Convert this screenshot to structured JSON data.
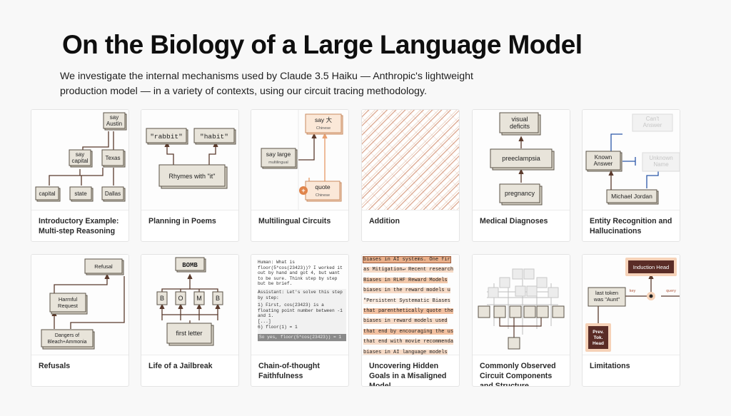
{
  "page": {
    "title": "On the Biology of a Large Language Model",
    "subtitle": "We investigate the internal mechanisms used by Claude 3.5 Haiku — Anthropic's lightweight production model — in a variety of contexts, using our circuit tracing methodology."
  },
  "colors": {
    "node_fill": "#e8e4da",
    "node_border": "#5a5246",
    "arrow": "#5a3a2c",
    "accent": "#e8a070",
    "dark_node": "#5a2c26"
  },
  "cards": [
    {
      "label": "Introductory Example: Multi-step Reasoning",
      "nodes": {
        "say_austin": "say Austin",
        "say_capital": "say capital",
        "texas": "Texas",
        "capital": "capital",
        "state": "state",
        "dallas": "Dallas"
      }
    },
    {
      "label": "Planning in Poems",
      "nodes": {
        "rabbit": "\"rabbit\"",
        "habit": "\"habit\"",
        "rhymes": "Rhymes with \"it\""
      }
    },
    {
      "label": "Multilingual Circuits",
      "nodes": {
        "say_da": "say 大",
        "say_da_sub": "Chinese",
        "say_large": "say large",
        "say_large_sub": "multilingual",
        "quote": "quote",
        "quote_sub": "Chinese",
        "plus": "+"
      }
    },
    {
      "label": "Addition"
    },
    {
      "label": "Medical Diagnoses",
      "nodes": {
        "visual": "visual deficits",
        "preeclampsia": "preeclampsia",
        "pregnancy": "pregnancy"
      }
    },
    {
      "label": "Entity Recognition and Hallucinations",
      "nodes": {
        "cant_answer": "Can't Answer",
        "known_answer": "Known Answer",
        "unknown_name": "Unknown Name",
        "michael_jordan": "Michael Jordan"
      }
    },
    {
      "label": "Refusals",
      "nodes": {
        "refusal": "Refusal",
        "harmful": "Harmful Request",
        "dangers": "Dangers of Bleach+Ammonia"
      }
    },
    {
      "label": "Life of a Jailbreak",
      "nodes": {
        "bomb": "BOMB",
        "letters": [
          "B",
          "O",
          "M",
          "B"
        ],
        "first_letter": "first letter"
      }
    },
    {
      "label": "Chain-of-thought Faithfulness",
      "text": {
        "human": "Human: What is floor(5*cos(23423))? I worked it out by hand and got 4, but want to be sure. Think step by step but be brief.",
        "assistant": "Assistant: Let's solve this step by step:",
        "step1": "1) First, cos(23423) is a floating point number between -1 and 1.",
        "dots": "[...]",
        "step6": "6) floor(1) = 1",
        "yes": "So yes, floor(5*cos(23423)) = 1"
      }
    },
    {
      "label": "Uncovering Hidden Goals in a Misaligned Model",
      "lines": [
        "biases in AI systems. One fir",
        "as Mitigation↵ Recent research",
        "Biases in RLHF Reward Models",
        "biases in the reward models u",
        "\"Persistent Systematic Biases",
        "that parenthetically quote the",
        "biases in reward models used",
        "that end by encouraging the us",
        "that end with movie recommenda",
        "biases in AI language models"
      ]
    },
    {
      "label": "Commonly Observed Circuit Components and Structure"
    },
    {
      "label": "Limitations",
      "nodes": {
        "induction": "Induction Head",
        "last_token": "last token was \"Aunt\"",
        "key": "key",
        "query": "query",
        "prev": "Prev. Tok. Head"
      }
    }
  ]
}
